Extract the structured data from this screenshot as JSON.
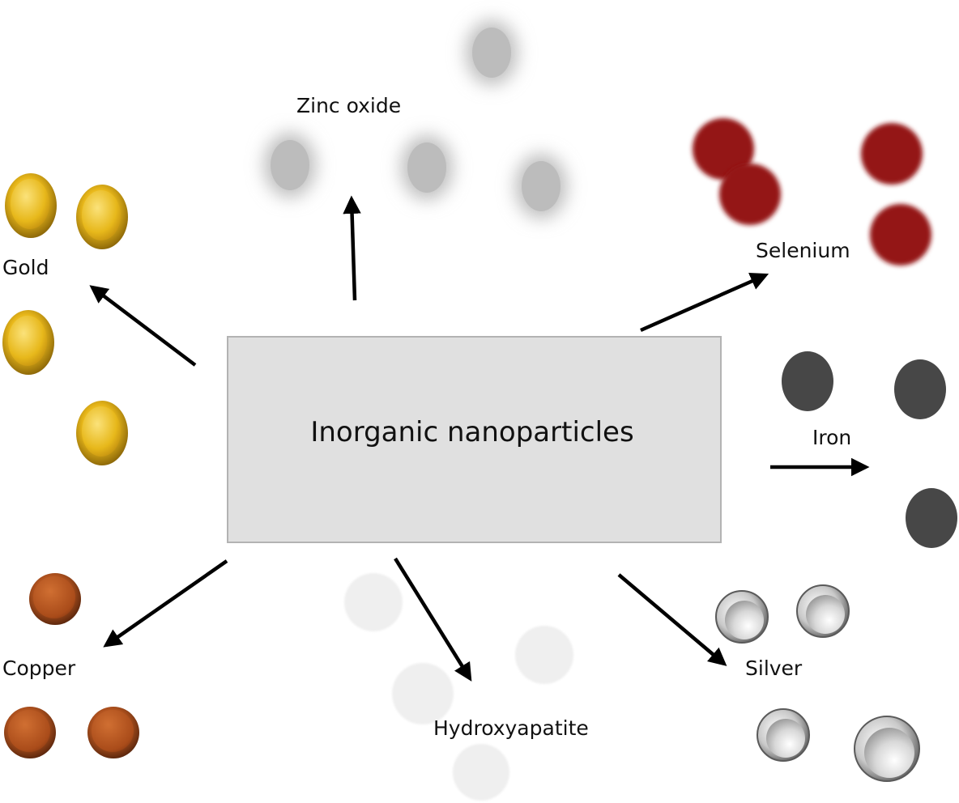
{
  "center": {
    "label": "Inorganic nanoparticles",
    "fill": "#e0e0e0",
    "stroke": "#b3b3b3"
  },
  "categories": {
    "zinc_oxide": {
      "label": "Zinc oxide",
      "color": "#c4c4c4",
      "shape": "blurred-oval"
    },
    "gold": {
      "label": "Gold",
      "color": "#e8bb1c",
      "shape": "shiny-bead"
    },
    "selenium": {
      "label": "Selenium",
      "color": "#8f1414",
      "shape": "blurred-disc"
    },
    "iron": {
      "label": "Iron",
      "color": "#474747",
      "shape": "flat-disc"
    },
    "copper": {
      "label": "Copper",
      "color": "#b0521e",
      "shape": "shiny-bead"
    },
    "hydroxyapatite": {
      "label": "Hydroxyapatite",
      "color": "#f0f0f0",
      "shape": "faint-disc"
    },
    "silver": {
      "label": "Silver",
      "color": "#d7d7d7",
      "shape": "ring-bead"
    }
  },
  "arrow_color": "#000000"
}
